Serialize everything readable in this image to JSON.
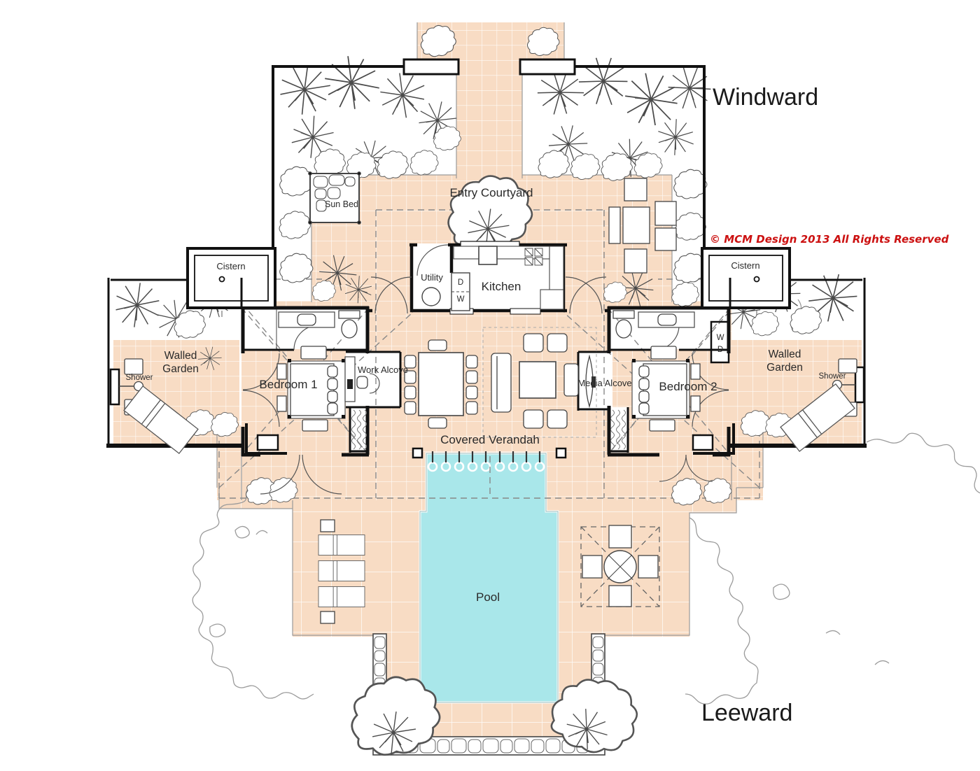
{
  "titles": {
    "windward": "Windward",
    "leeward": "Leeward"
  },
  "copyright": {
    "text": "© MCM Design 2013  All Rights Reserved",
    "color": "#cc1111"
  },
  "rooms": {
    "entry_courtyard": "Entry Courtyard",
    "kitchen": "Kitchen",
    "utility": "Utility",
    "covered_verandah": "Covered Verandah",
    "pool": "Pool",
    "bedroom1": "Bedroom 1",
    "bedroom2": "Bedroom 2",
    "work_alcove": "Work Alcove",
    "media_alcove": "Media Alcove",
    "sun_bed": "Sun Bed",
    "cistern": "Cistern",
    "walled_garden_line1": "Walled",
    "walled_garden_line2": "Garden",
    "shower": "Shower"
  },
  "labels": {
    "washer": "W",
    "dryer": "D"
  },
  "colors": {
    "tile": "#f8dcc4",
    "pool_water": "#a9e7ea",
    "wall": "#111111",
    "grid_line": "#ffffff"
  }
}
